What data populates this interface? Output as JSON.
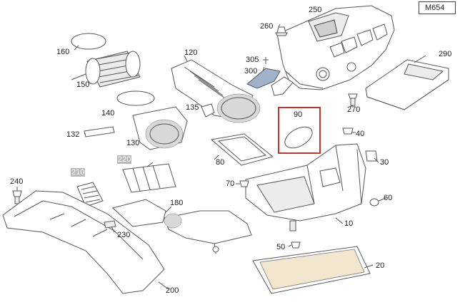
{
  "diagram": {
    "model_code": "M654",
    "selected_part": "90",
    "labels": {
      "l250": "250",
      "l260": "260",
      "l290": "290",
      "l160": "160",
      "l120": "120",
      "l305": "305",
      "l300": "300",
      "l150": "150",
      "l270": "270",
      "l140": "140",
      "l135": "135",
      "l90": "90",
      "l40": "40",
      "l132": "132",
      "l130": "130",
      "l220": "220",
      "l80": "80",
      "l30": "30",
      "l210": "210",
      "l240": "240",
      "l70": "70",
      "l60": "60",
      "l180": "180",
      "l230": "230",
      "l10": "10",
      "l50": "50",
      "l20": "20",
      "l200": "200"
    },
    "highlighted_labels": [
      "220",
      "210"
    ]
  }
}
